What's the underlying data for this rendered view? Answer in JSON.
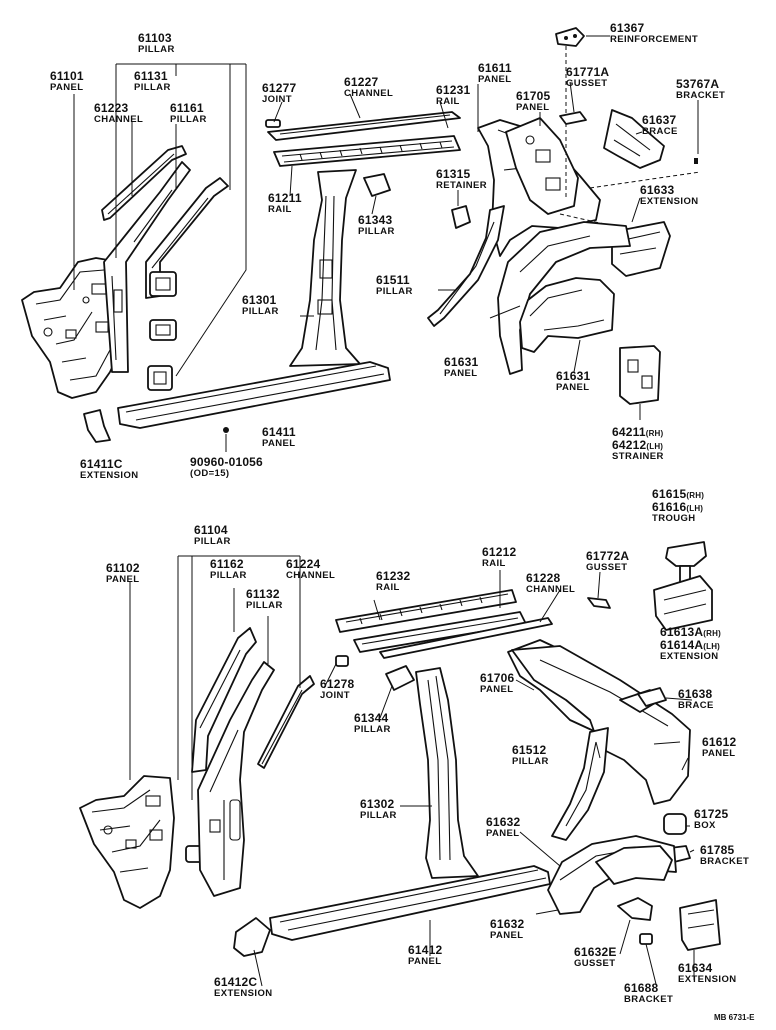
{
  "diagram": {
    "reference": "MB 6731-E",
    "labels": [
      {
        "id": "61103",
        "num": "61103",
        "name": "PILLAR"
      },
      {
        "id": "61101",
        "num": "61101",
        "name": "PANEL"
      },
      {
        "id": "61131",
        "num": "61131",
        "name": "PILLAR"
      },
      {
        "id": "61223",
        "num": "61223",
        "name": "CHANNEL"
      },
      {
        "id": "61161",
        "num": "61161",
        "name": "PILLAR"
      },
      {
        "id": "61277",
        "num": "61277",
        "name": "JOINT"
      },
      {
        "id": "61227",
        "num": "61227",
        "name": "CHANNEL"
      },
      {
        "id": "61231",
        "num": "61231",
        "name": "RAIL"
      },
      {
        "id": "61611",
        "num": "61611",
        "name": "PANEL"
      },
      {
        "id": "61367",
        "num": "61367",
        "name": "REINFORCEMENT"
      },
      {
        "id": "61771A",
        "num": "61771A",
        "name": "GUSSET"
      },
      {
        "id": "53767A",
        "num": "53767A",
        "name": "BRACKET"
      },
      {
        "id": "61705",
        "num": "61705",
        "name": "PANEL"
      },
      {
        "id": "61637",
        "num": "61637",
        "name": "BRACE"
      },
      {
        "id": "61315",
        "num": "61315",
        "name": "RETAINER"
      },
      {
        "id": "61211",
        "num": "61211",
        "name": "RAIL"
      },
      {
        "id": "61343",
        "num": "61343",
        "name": "PILLAR"
      },
      {
        "id": "61633",
        "num": "61633",
        "name": "EXTENSION"
      },
      {
        "id": "61511",
        "num": "61511",
        "name": "PILLAR"
      },
      {
        "id": "61301",
        "num": "61301",
        "name": "PILLAR"
      },
      {
        "id": "61631a",
        "num": "61631",
        "name": "PANEL"
      },
      {
        "id": "61631b",
        "num": "61631",
        "name": "PANEL"
      },
      {
        "id": "61411",
        "num": "61411",
        "name": "PANEL"
      },
      {
        "id": "64211",
        "num": "64211",
        "num_sub": "(RH)",
        "num2": "64212",
        "num2_sub": "(LH)",
        "name": "STRAINER"
      },
      {
        "id": "61411C",
        "num": "61411C",
        "name": "EXTENSION"
      },
      {
        "id": "90960",
        "num": "90960-01056",
        "name": "(OD=15)"
      },
      {
        "id": "61615",
        "num": "61615",
        "num_sub": "(RH)",
        "num2": "61616",
        "num2_sub": "(LH)",
        "name": "TROUGH"
      },
      {
        "id": "61104",
        "num": "61104",
        "name": "PILLAR"
      },
      {
        "id": "61102",
        "num": "61102",
        "name": "PANEL"
      },
      {
        "id": "61162",
        "num": "61162",
        "name": "PILLAR"
      },
      {
        "id": "61224",
        "num": "61224",
        "name": "CHANNEL"
      },
      {
        "id": "61212",
        "num": "61212",
        "name": "RAIL"
      },
      {
        "id": "61772A",
        "num": "61772A",
        "name": "GUSSET"
      },
      {
        "id": "61232",
        "num": "61232",
        "name": "RAIL"
      },
      {
        "id": "61132",
        "num": "61132",
        "name": "PILLAR"
      },
      {
        "id": "61228",
        "num": "61228",
        "name": "CHANNEL"
      },
      {
        "id": "61613A",
        "num": "61613A",
        "num_sub": "(RH)",
        "num2": "61614A",
        "num2_sub": "(LH)",
        "name": "EXTENSION"
      },
      {
        "id": "61278",
        "num": "61278",
        "name": "JOINT"
      },
      {
        "id": "61706",
        "num": "61706",
        "name": "PANEL"
      },
      {
        "id": "61638",
        "num": "61638",
        "name": "BRACE"
      },
      {
        "id": "61344",
        "num": "61344",
        "name": "PILLAR"
      },
      {
        "id": "61612",
        "num": "61612",
        "name": "PANEL"
      },
      {
        "id": "61512",
        "num": "61512",
        "name": "PILLAR"
      },
      {
        "id": "61302",
        "num": "61302",
        "name": "PILLAR"
      },
      {
        "id": "61725",
        "num": "61725",
        "name": "BOX"
      },
      {
        "id": "61632a",
        "num": "61632",
        "name": "PANEL"
      },
      {
        "id": "61785",
        "num": "61785",
        "name": "BRACKET"
      },
      {
        "id": "61412",
        "num": "61412",
        "name": "PANEL"
      },
      {
        "id": "61632b",
        "num": "61632",
        "name": "PANEL"
      },
      {
        "id": "61632E",
        "num": "61632E",
        "name": "GUSSET"
      },
      {
        "id": "61634",
        "num": "61634",
        "name": "EXTENSION"
      },
      {
        "id": "61412C",
        "num": "61412C",
        "name": "EXTENSION"
      },
      {
        "id": "61688",
        "num": "61688",
        "name": "BRACKET"
      }
    ]
  }
}
